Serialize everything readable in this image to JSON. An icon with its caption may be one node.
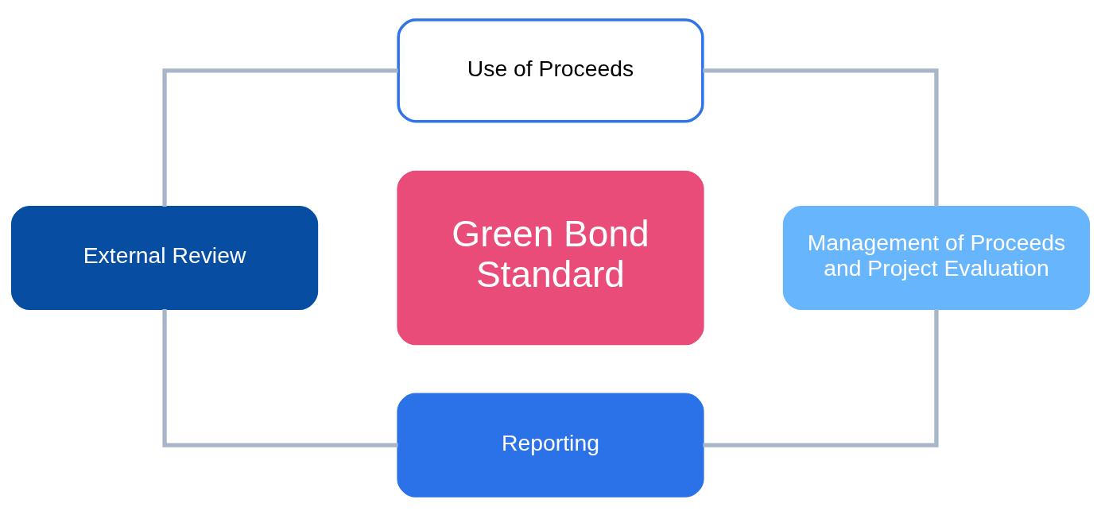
{
  "diagram": {
    "nodes": [
      {
        "text": [
          "Use of Proceeds"
        ]
      },
      {
        "text": [
          "External Review"
        ]
      },
      {
        "text": [
          "Green Bond Standard"
        ]
      },
      {
        "text": [
          "Management of Proceeds and Project Evaluation"
        ]
      },
      {
        "text": [
          "Reporting"
        ]
      }
    ],
    "edges": [
      {
        "from": 0,
        "to": 3,
        "arrow": "none"
      },
      {
        "from": 3,
        "to": 4,
        "arrow": "none"
      },
      {
        "from": 4,
        "to": 1,
        "arrow": "none"
      },
      {
        "from": 1,
        "to": 0,
        "arrow": "none"
      }
    ]
  }
}
